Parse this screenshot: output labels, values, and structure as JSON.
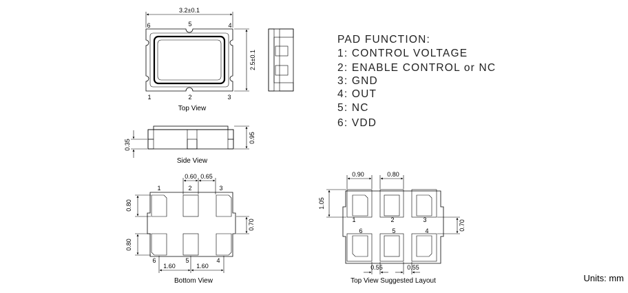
{
  "pad_function": {
    "title": "PAD FUNCTION:",
    "items": [
      "1: CONTROL VOLTAGE",
      "2: ENABLE CONTROL or NC",
      "3: GND",
      "4: OUT",
      "5: NC",
      "6: VDD"
    ]
  },
  "units": "Units: mm",
  "top_view": {
    "caption": "Top View",
    "width_dim": "3.2±0.1",
    "height_dim": "2.5±0.1",
    "pins_top": [
      "6",
      "5",
      "4"
    ],
    "pins_bottom": [
      "1",
      "2",
      "3"
    ]
  },
  "side_view": {
    "caption": "Side View",
    "left_dim": "0.35",
    "right_dim": "0.95"
  },
  "bottom_view": {
    "caption": "Bottom View",
    "pad_w": "0.60",
    "pitch": "0.65",
    "pad_h_top": "0.80",
    "pad_h_bottom": "0.80",
    "gap": "0.70",
    "span_left": "1.60",
    "span_right": "1.60",
    "pins_top": [
      "1",
      "2",
      "3"
    ],
    "pins_bottom": [
      "6",
      "5",
      "4"
    ]
  },
  "layout_view": {
    "caption": "Top View Suggested Layout",
    "pad_w_left": "0.90",
    "pad_w_right": "0.80",
    "pad_h": "1.05",
    "gap": "0.70",
    "spacing_left": "0.55",
    "spacing_right": "0.55",
    "pins_top": [
      "1",
      "2",
      "3"
    ],
    "pins_bottom": [
      "6",
      "5",
      "4"
    ]
  },
  "colors": {
    "line": "#000000",
    "text": "#222222",
    "pad_fill": "#d8d8d8"
  }
}
